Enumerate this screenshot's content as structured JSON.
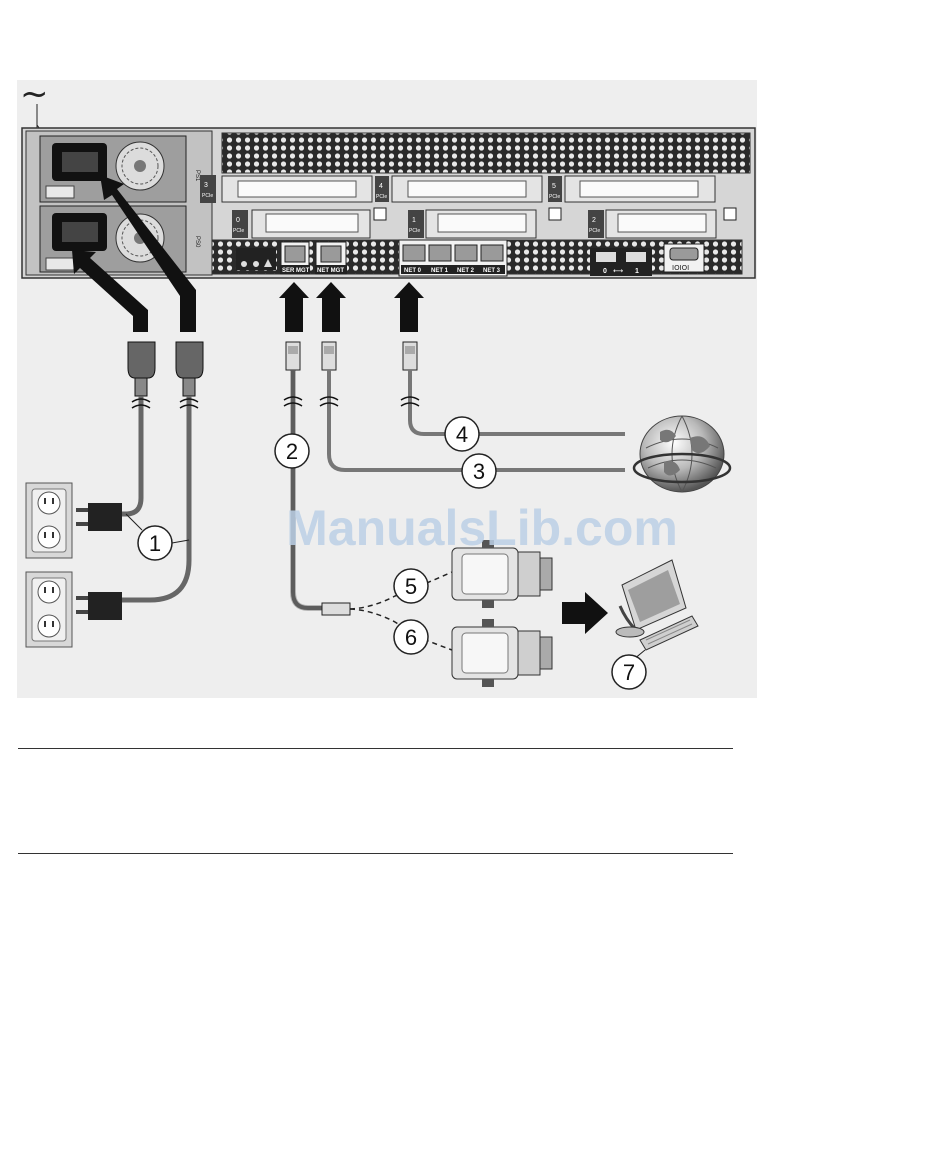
{
  "ac_symbol": "~",
  "watermark": "ManualsLib.com",
  "rear_panel": {
    "port_labels": {
      "ser_mgt": "SER MGT",
      "net_mgt": "NET MGT",
      "net0": "NET 0",
      "net1": "NET 1",
      "net2": "NET 2",
      "net3": "NET 3",
      "usb0": "0",
      "usb1": "1"
    },
    "psu_labels": [
      "PS1",
      "PS0"
    ],
    "pcie_slots": [
      {
        "num": "3",
        "tag": "PCIe"
      },
      {
        "num": "4",
        "tag": "PCIe"
      },
      {
        "num": "5",
        "tag": "PCIe"
      },
      {
        "num": "0",
        "tag": "PCIe"
      },
      {
        "num": "1",
        "tag": "PCIe"
      },
      {
        "num": "2",
        "tag": "PCIe"
      }
    ]
  },
  "callouts": [
    "1",
    "2",
    "3",
    "4",
    "5",
    "6",
    "7"
  ]
}
